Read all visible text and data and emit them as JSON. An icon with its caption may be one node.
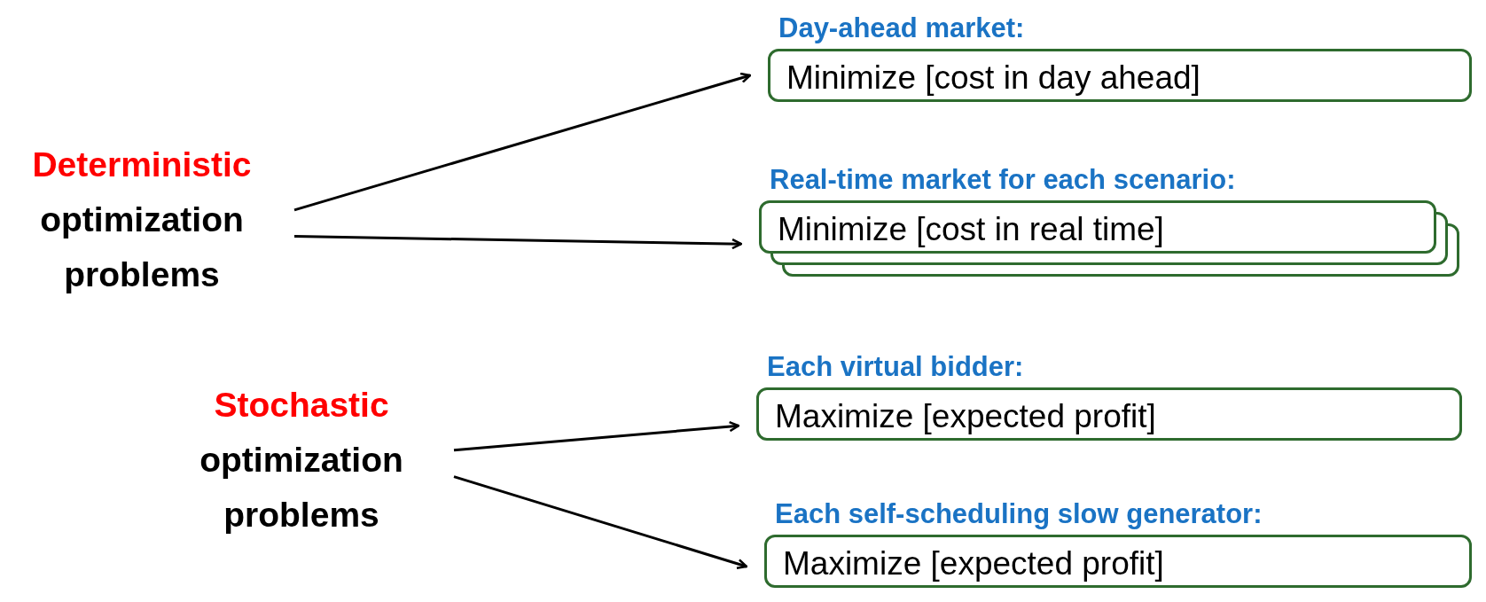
{
  "diagram": {
    "nodes": [
      {
        "text": [
          "Deterministic",
          "optimization problems"
        ]
      },
      {
        "text": [
          "Day-ahead market:",
          "Minimize [cost in day ahead]"
        ]
      },
      {
        "text": [
          "Real-time market for each scenario:",
          "Minimize [cost in real time]"
        ]
      },
      {
        "text": [
          "Stochastic",
          "optimization problems"
        ]
      },
      {
        "text": [
          "Each virtual bidder:",
          "Maximize [expected profit]"
        ]
      },
      {
        "text": [
          "Each self-scheduling slow generator:",
          "Maximize [expected profit]"
        ]
      }
    ],
    "edges": [
      {
        "from": 0,
        "to": 1,
        "arrow": "to"
      },
      {
        "from": 0,
        "to": 2,
        "arrow": "to"
      },
      {
        "from": 3,
        "to": 4,
        "arrow": "to"
      },
      {
        "from": 3,
        "to": 5,
        "arrow": "to"
      }
    ]
  }
}
